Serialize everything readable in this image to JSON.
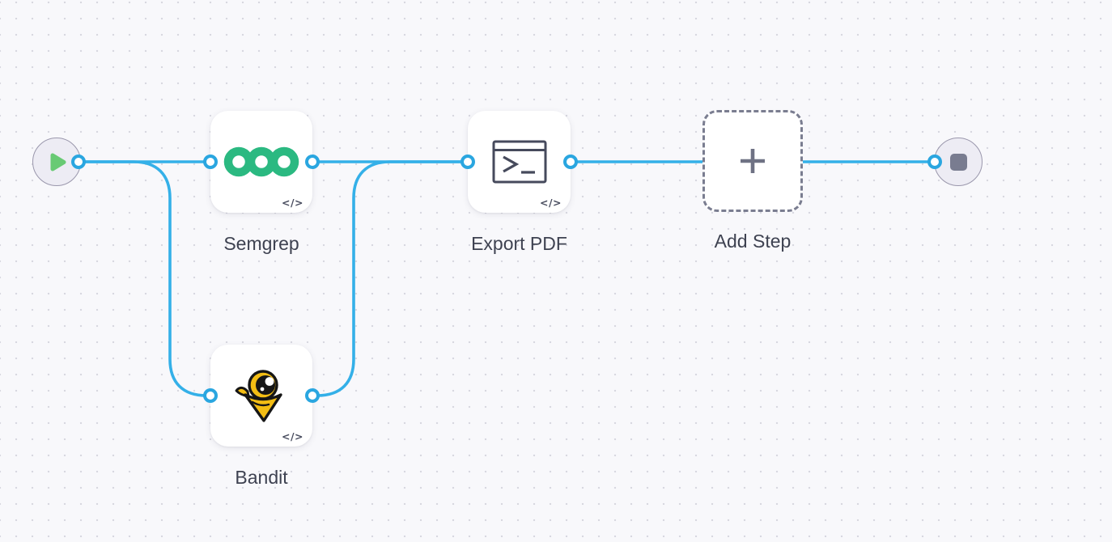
{
  "canvas": {
    "background_color": "#f8f8fb",
    "grid_dot_color": "#d8d8e0"
  },
  "colors": {
    "edge": "#34b0e8",
    "port_ring": "#2aa6e0",
    "node_label": "#3e4251",
    "endpoint_fill": "#edecf4",
    "endpoint_border": "#9a97ac",
    "play_icon": "#68ca74",
    "stop_icon": "#797c90",
    "semgrep_green": "#2bb981",
    "bandit_yellow": "#f3bd13",
    "add_step_border": "#7a7d90",
    "plus_icon": "#6f7284",
    "terminal_icon_stroke": "#464a5c"
  },
  "nodes": {
    "start": {
      "type": "start",
      "icon": "play-icon"
    },
    "semgrep": {
      "label": "Semgrep",
      "icon": "semgrep-logo",
      "badge": "</>"
    },
    "bandit": {
      "label": "Bandit",
      "icon": "bandit-logo",
      "badge": "</>"
    },
    "export_pdf": {
      "label": "Export PDF",
      "icon": "terminal-icon",
      "badge": "</>"
    },
    "add_step": {
      "label": "Add Step",
      "icon": "plus-icon"
    },
    "end": {
      "type": "end",
      "icon": "stop-icon"
    }
  },
  "connections": [
    {
      "from": "start",
      "to": "semgrep"
    },
    {
      "from": "start",
      "to": "bandit"
    },
    {
      "from": "semgrep",
      "to": "export_pdf"
    },
    {
      "from": "bandit",
      "to": "export_pdf"
    },
    {
      "from": "export_pdf",
      "to": "add_step"
    },
    {
      "from": "add_step",
      "to": "end"
    }
  ]
}
